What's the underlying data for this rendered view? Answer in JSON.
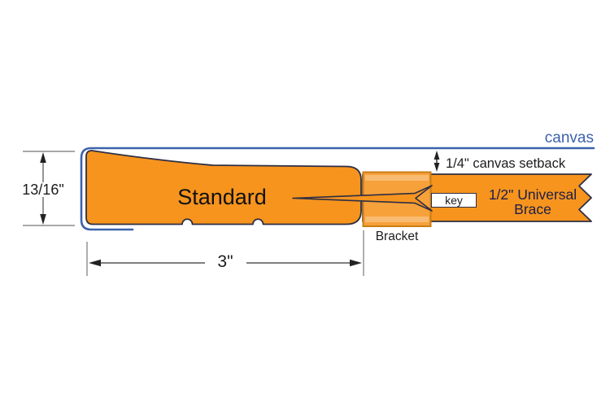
{
  "diagram": {
    "title_hint": "canvas stretcher bar profile cross-section",
    "canvas_label": "canvas",
    "setback_label": "1/4\" canvas setback",
    "brace_label_line1": "1/2\" Universal",
    "brace_label_line2": "Brace",
    "key_label": "key",
    "bracket_label": "Bracket",
    "profile_label": "Standard",
    "height_dimension": "13/16\"",
    "width_dimension": "3\"",
    "colors": {
      "profile_orange": "#f6941e",
      "bracket_orange": "#f7a13b",
      "canvas_blue": "#3c62ac",
      "outline_dark": "#2e2e44",
      "dimension_gray": "#8c8c8c",
      "arrow_black": "#222222",
      "text_black": "#1c1c1c",
      "brace_text_navy": "#1e1e46"
    }
  }
}
